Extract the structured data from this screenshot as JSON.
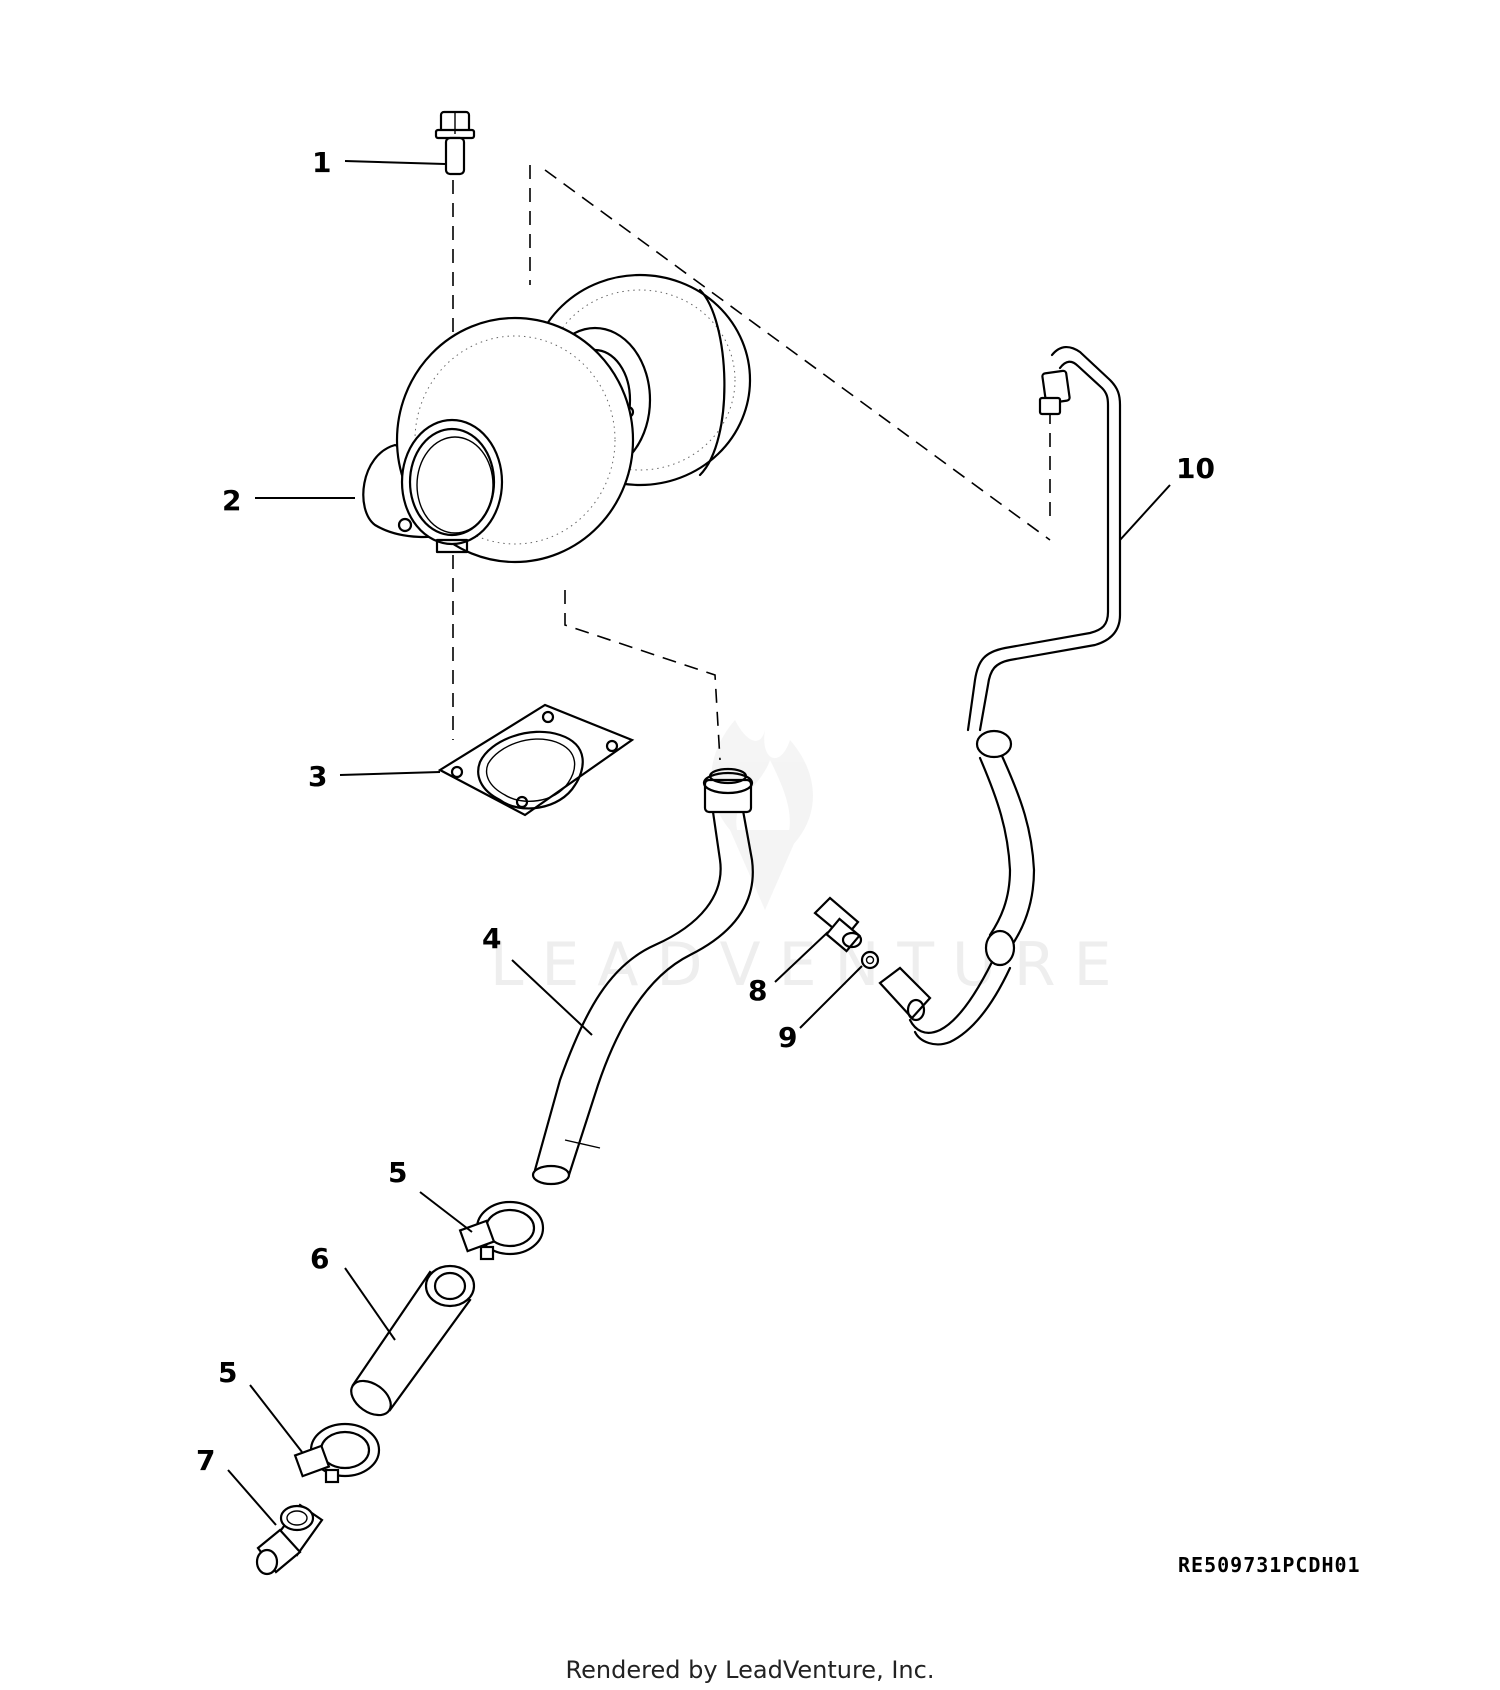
{
  "diagram": {
    "callouts": [
      "1",
      "2",
      "3",
      "4",
      "5",
      "6",
      "5",
      "7",
      "8",
      "9",
      "10"
    ],
    "reference_code": "RE509731PCDH01",
    "watermark": "LEADVENTURE",
    "footer": "Rendered by LeadVenture, Inc."
  }
}
